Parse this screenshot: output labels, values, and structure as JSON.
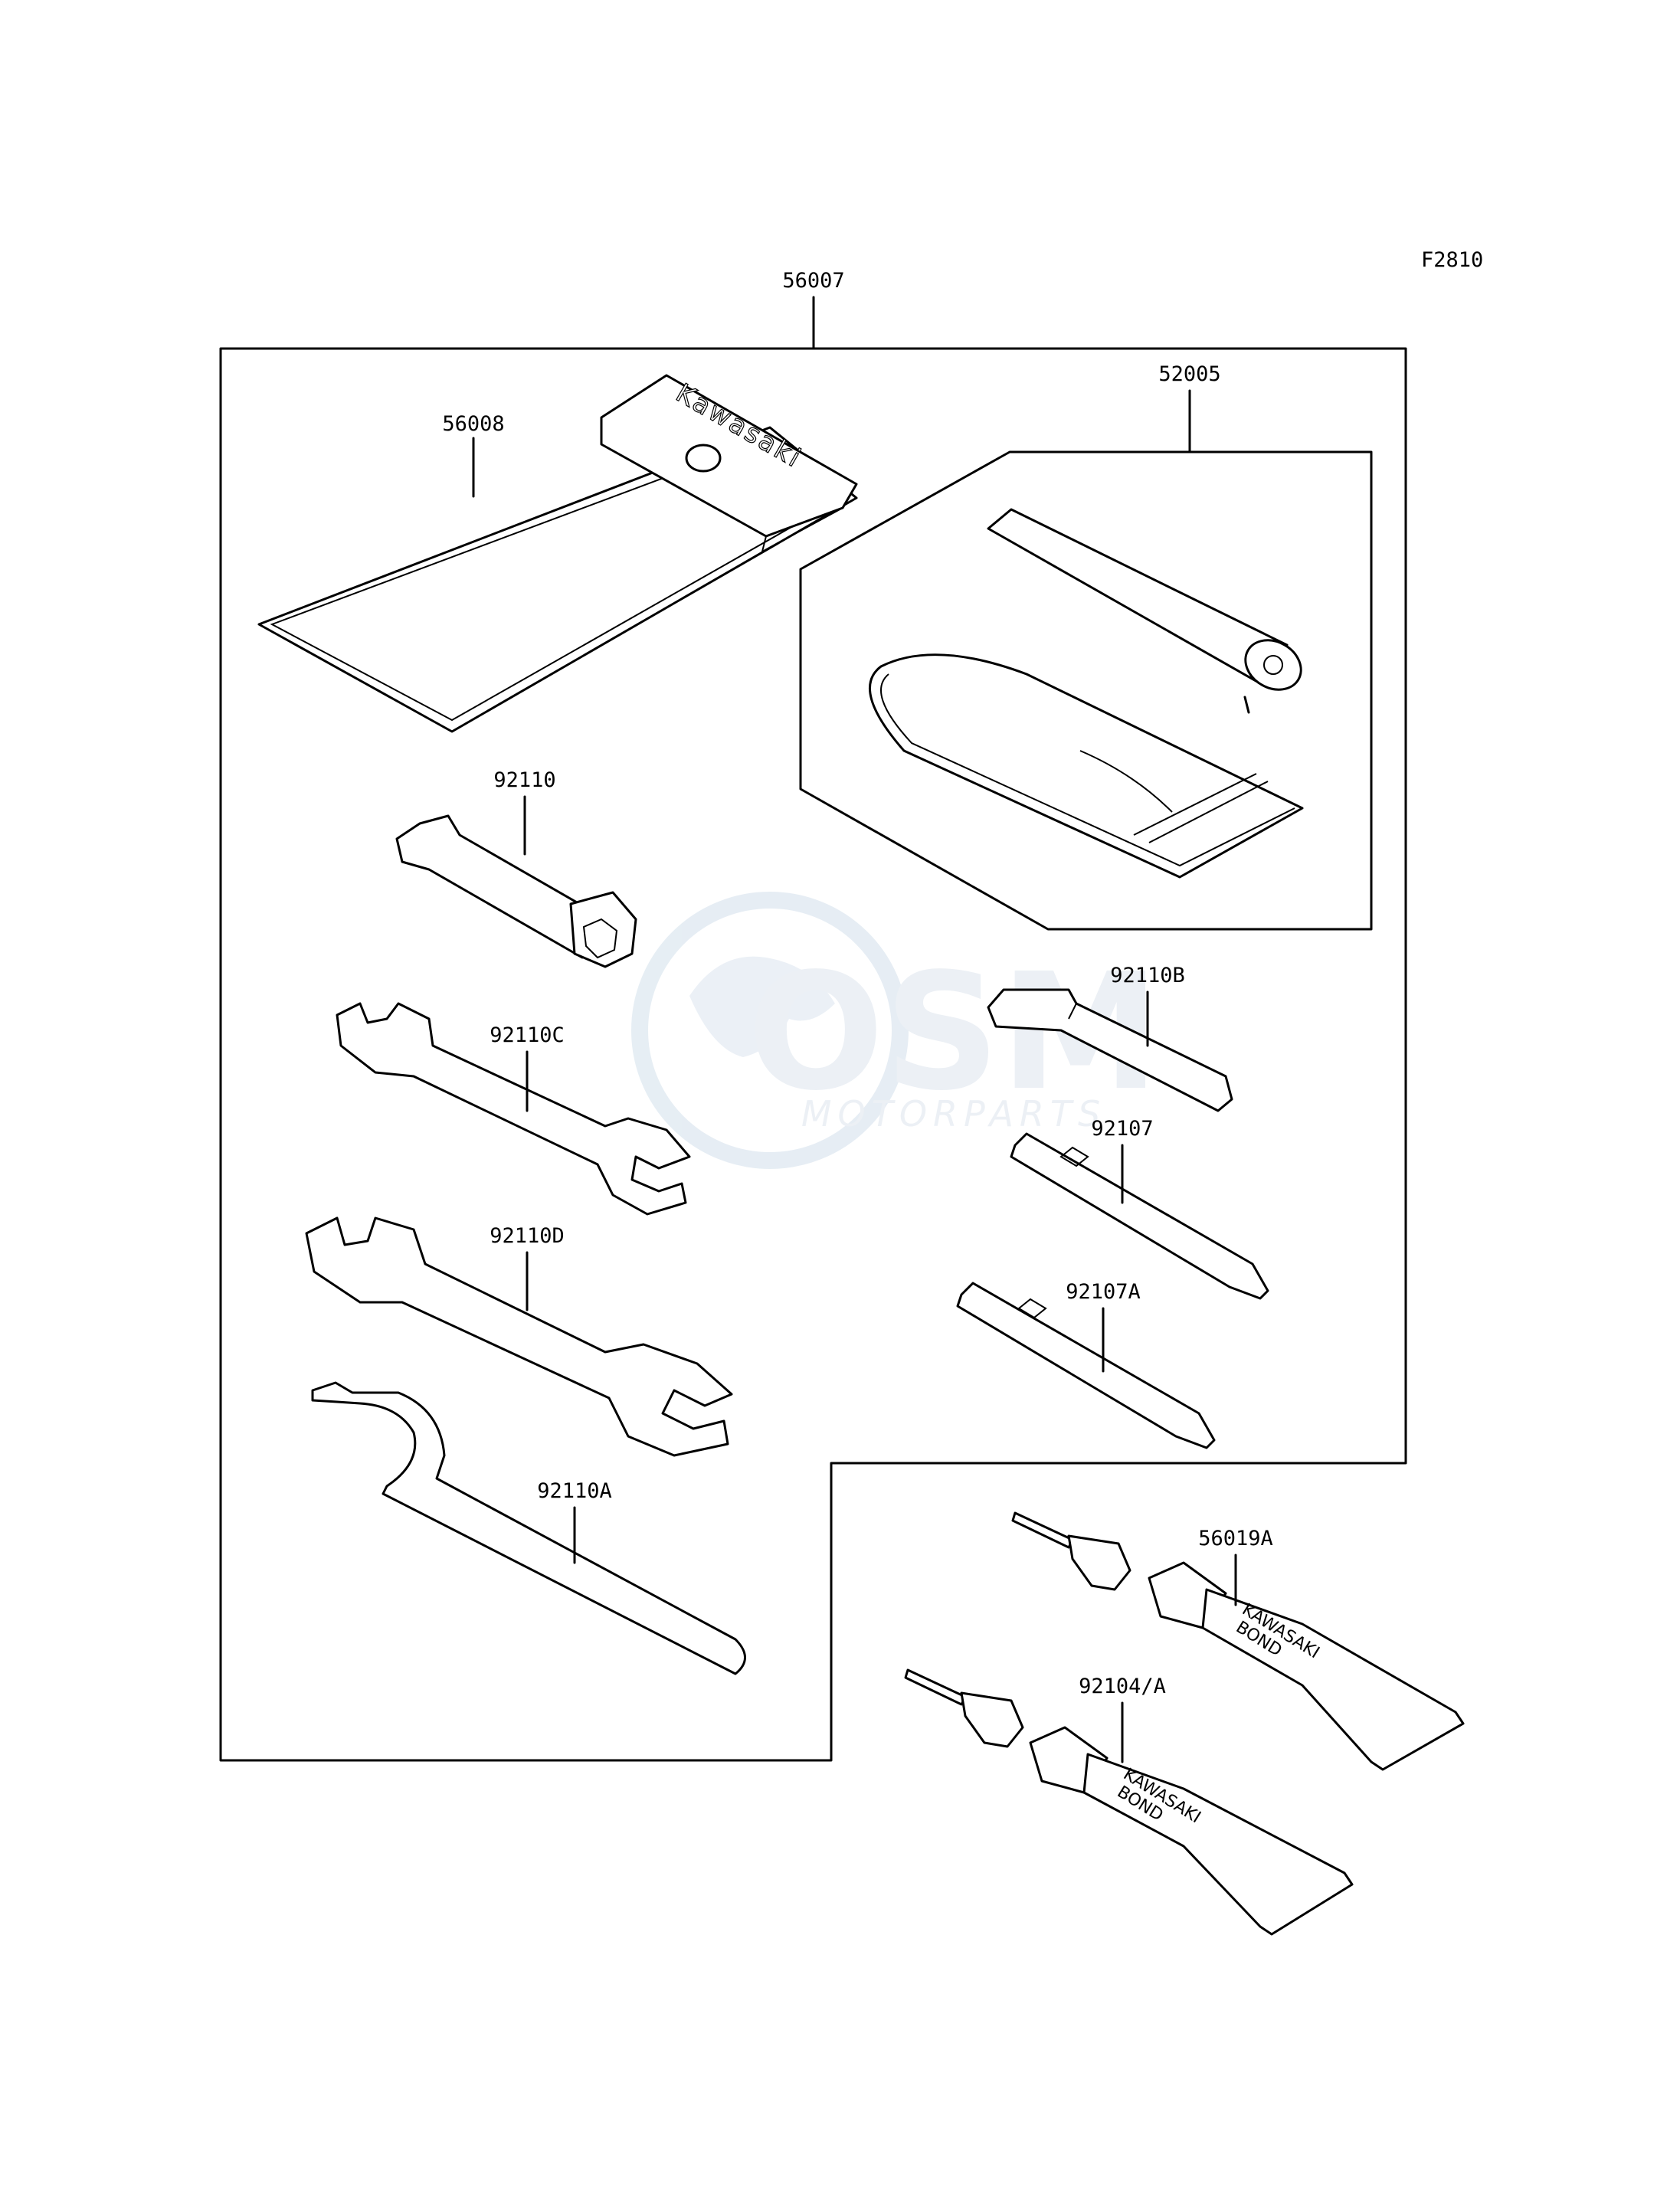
{
  "figure_code": "F2810",
  "watermark": {
    "brand": "OSM",
    "tagline": "MOTORPARTS"
  },
  "parts": {
    "p56007": "56007",
    "p56008": "56008",
    "p52005": "52005",
    "p92110": "92110",
    "p92110B": "92110B",
    "p92110C": "92110C",
    "p92107": "92107",
    "p92110D": "92110D",
    "p92107A": "92107A",
    "p92110A": "92110A",
    "p56019A": "56019A",
    "p92104A": "92104/A"
  },
  "printed_text": {
    "pouch_brand": "Kawasaki",
    "tube_brand": "KAWASAKI",
    "tube_product": "BOND"
  }
}
